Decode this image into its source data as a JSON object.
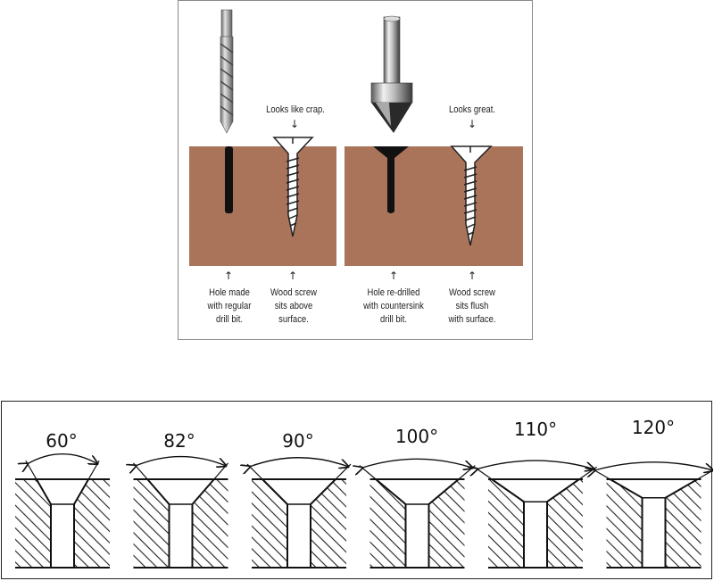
{
  "top": {
    "callouts": {
      "left": "Looks like crap.",
      "right": "Looks great."
    },
    "captions": [
      [
        "Hole made",
        "with regular",
        "drill bit."
      ],
      [
        "Wood screw",
        "sits above",
        "surface."
      ],
      [
        "Hole re-drilled",
        "with countersink",
        "drill bit."
      ],
      [
        "Wood screw",
        "sits flush",
        "with surface."
      ]
    ],
    "colors": {
      "wood": "#a9745a",
      "hole": "#111111",
      "metal": "#9a9a9a"
    }
  },
  "bottom": {
    "angles": [
      {
        "label": "60°",
        "degrees": 60
      },
      {
        "label": "82°",
        "degrees": 82
      },
      {
        "label": "90°",
        "degrees": 90
      },
      {
        "label": "100°",
        "degrees": 100
      },
      {
        "label": "110°",
        "degrees": 110
      },
      {
        "label": "120°",
        "degrees": 120
      }
    ]
  }
}
